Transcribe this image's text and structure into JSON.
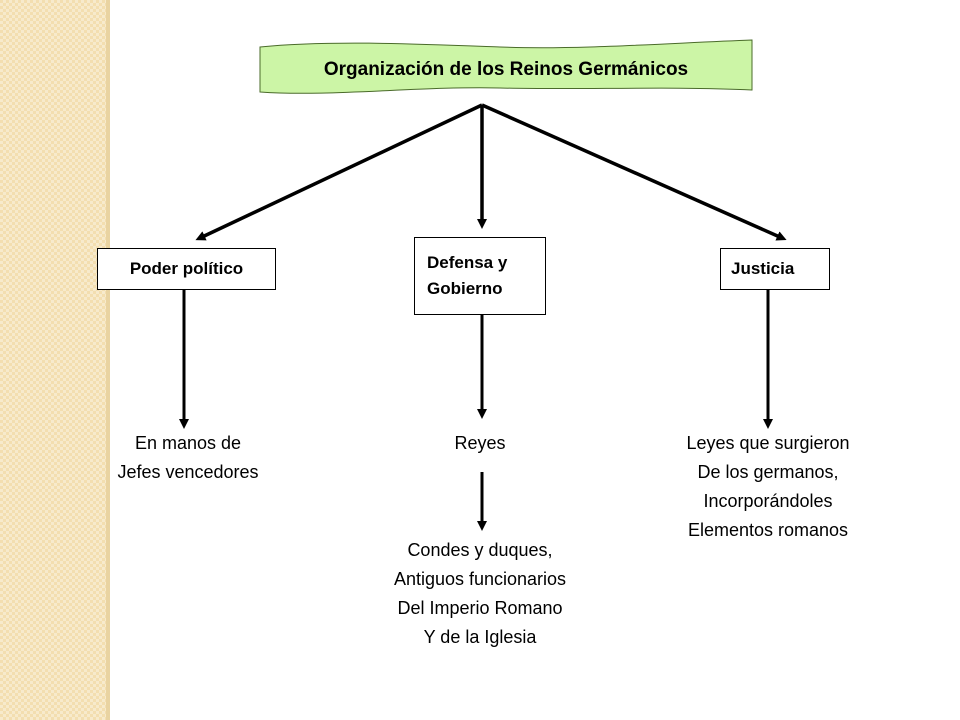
{
  "title": "Organización de los Reinos Germánicos",
  "colors": {
    "title_fill": "#ccf5a6",
    "title_border": "#4a6b2a",
    "side_strip": "#f3deb0",
    "line": "#000000"
  },
  "nodes": {
    "poder": "Poder político",
    "defensa": "Defensa y\nGobierno",
    "justicia": "Justicia"
  },
  "leaves": {
    "poder": "En manos de\nJefes vencedores",
    "reyes": "Reyes",
    "condes": "Condes y duques,\nAntiguos funcionarios\nDel Imperio Romano\nY de la Iglesia",
    "justicia": "Leyes que surgieron\nDe los germanos,\nIncorporándoles\nElementos romanos"
  }
}
